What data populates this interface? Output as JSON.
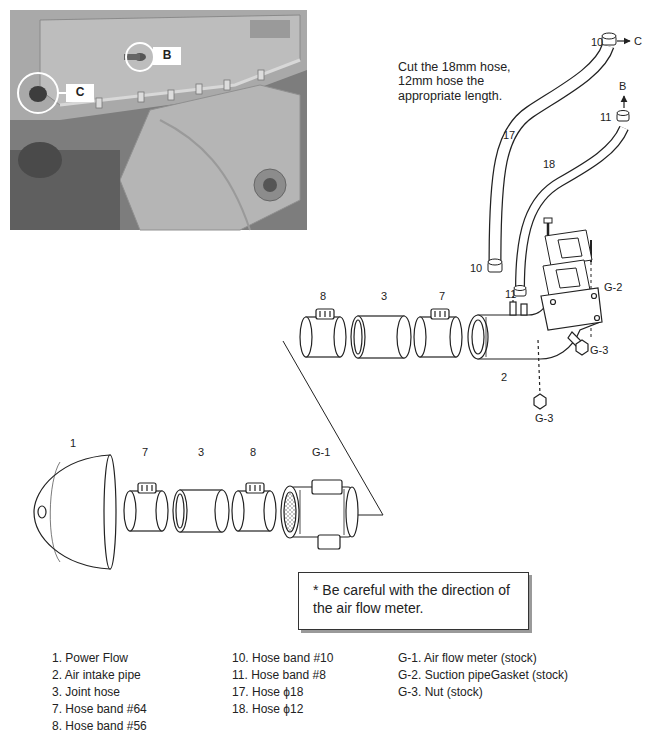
{
  "diagram": {
    "nodes": [
      {
        "text": [
          "B"
        ]
      },
      {
        "text": [
          "C"
        ]
      },
      {
        "text": [
          "* Be careful with the direction of the air flow meter."
        ]
      }
    ],
    "labels": [
      "10",
      "C",
      "Cut the 18mm hose, 12mm hose the appropriate length.",
      "17",
      "B",
      "11",
      "18",
      "10",
      "11",
      "G-2",
      "8",
      "3",
      "7",
      "2",
      "G-3",
      "G-3",
      "1",
      "7",
      "3",
      "8",
      "G-1",
      "1. Power Flow",
      "2. Air intake pipe",
      "3. Joint hose",
      "7. Hose band #64",
      "8. Hose band #56",
      "10. Hose band #10",
      "11. Hose band #8",
      "17. Hose ϕ18",
      "18. Hose ϕ12",
      "G-1. Air flow meter (stock)",
      "G-2. Suction pipeGasket (stock)",
      "G-3. Nut (stock)"
    ]
  }
}
